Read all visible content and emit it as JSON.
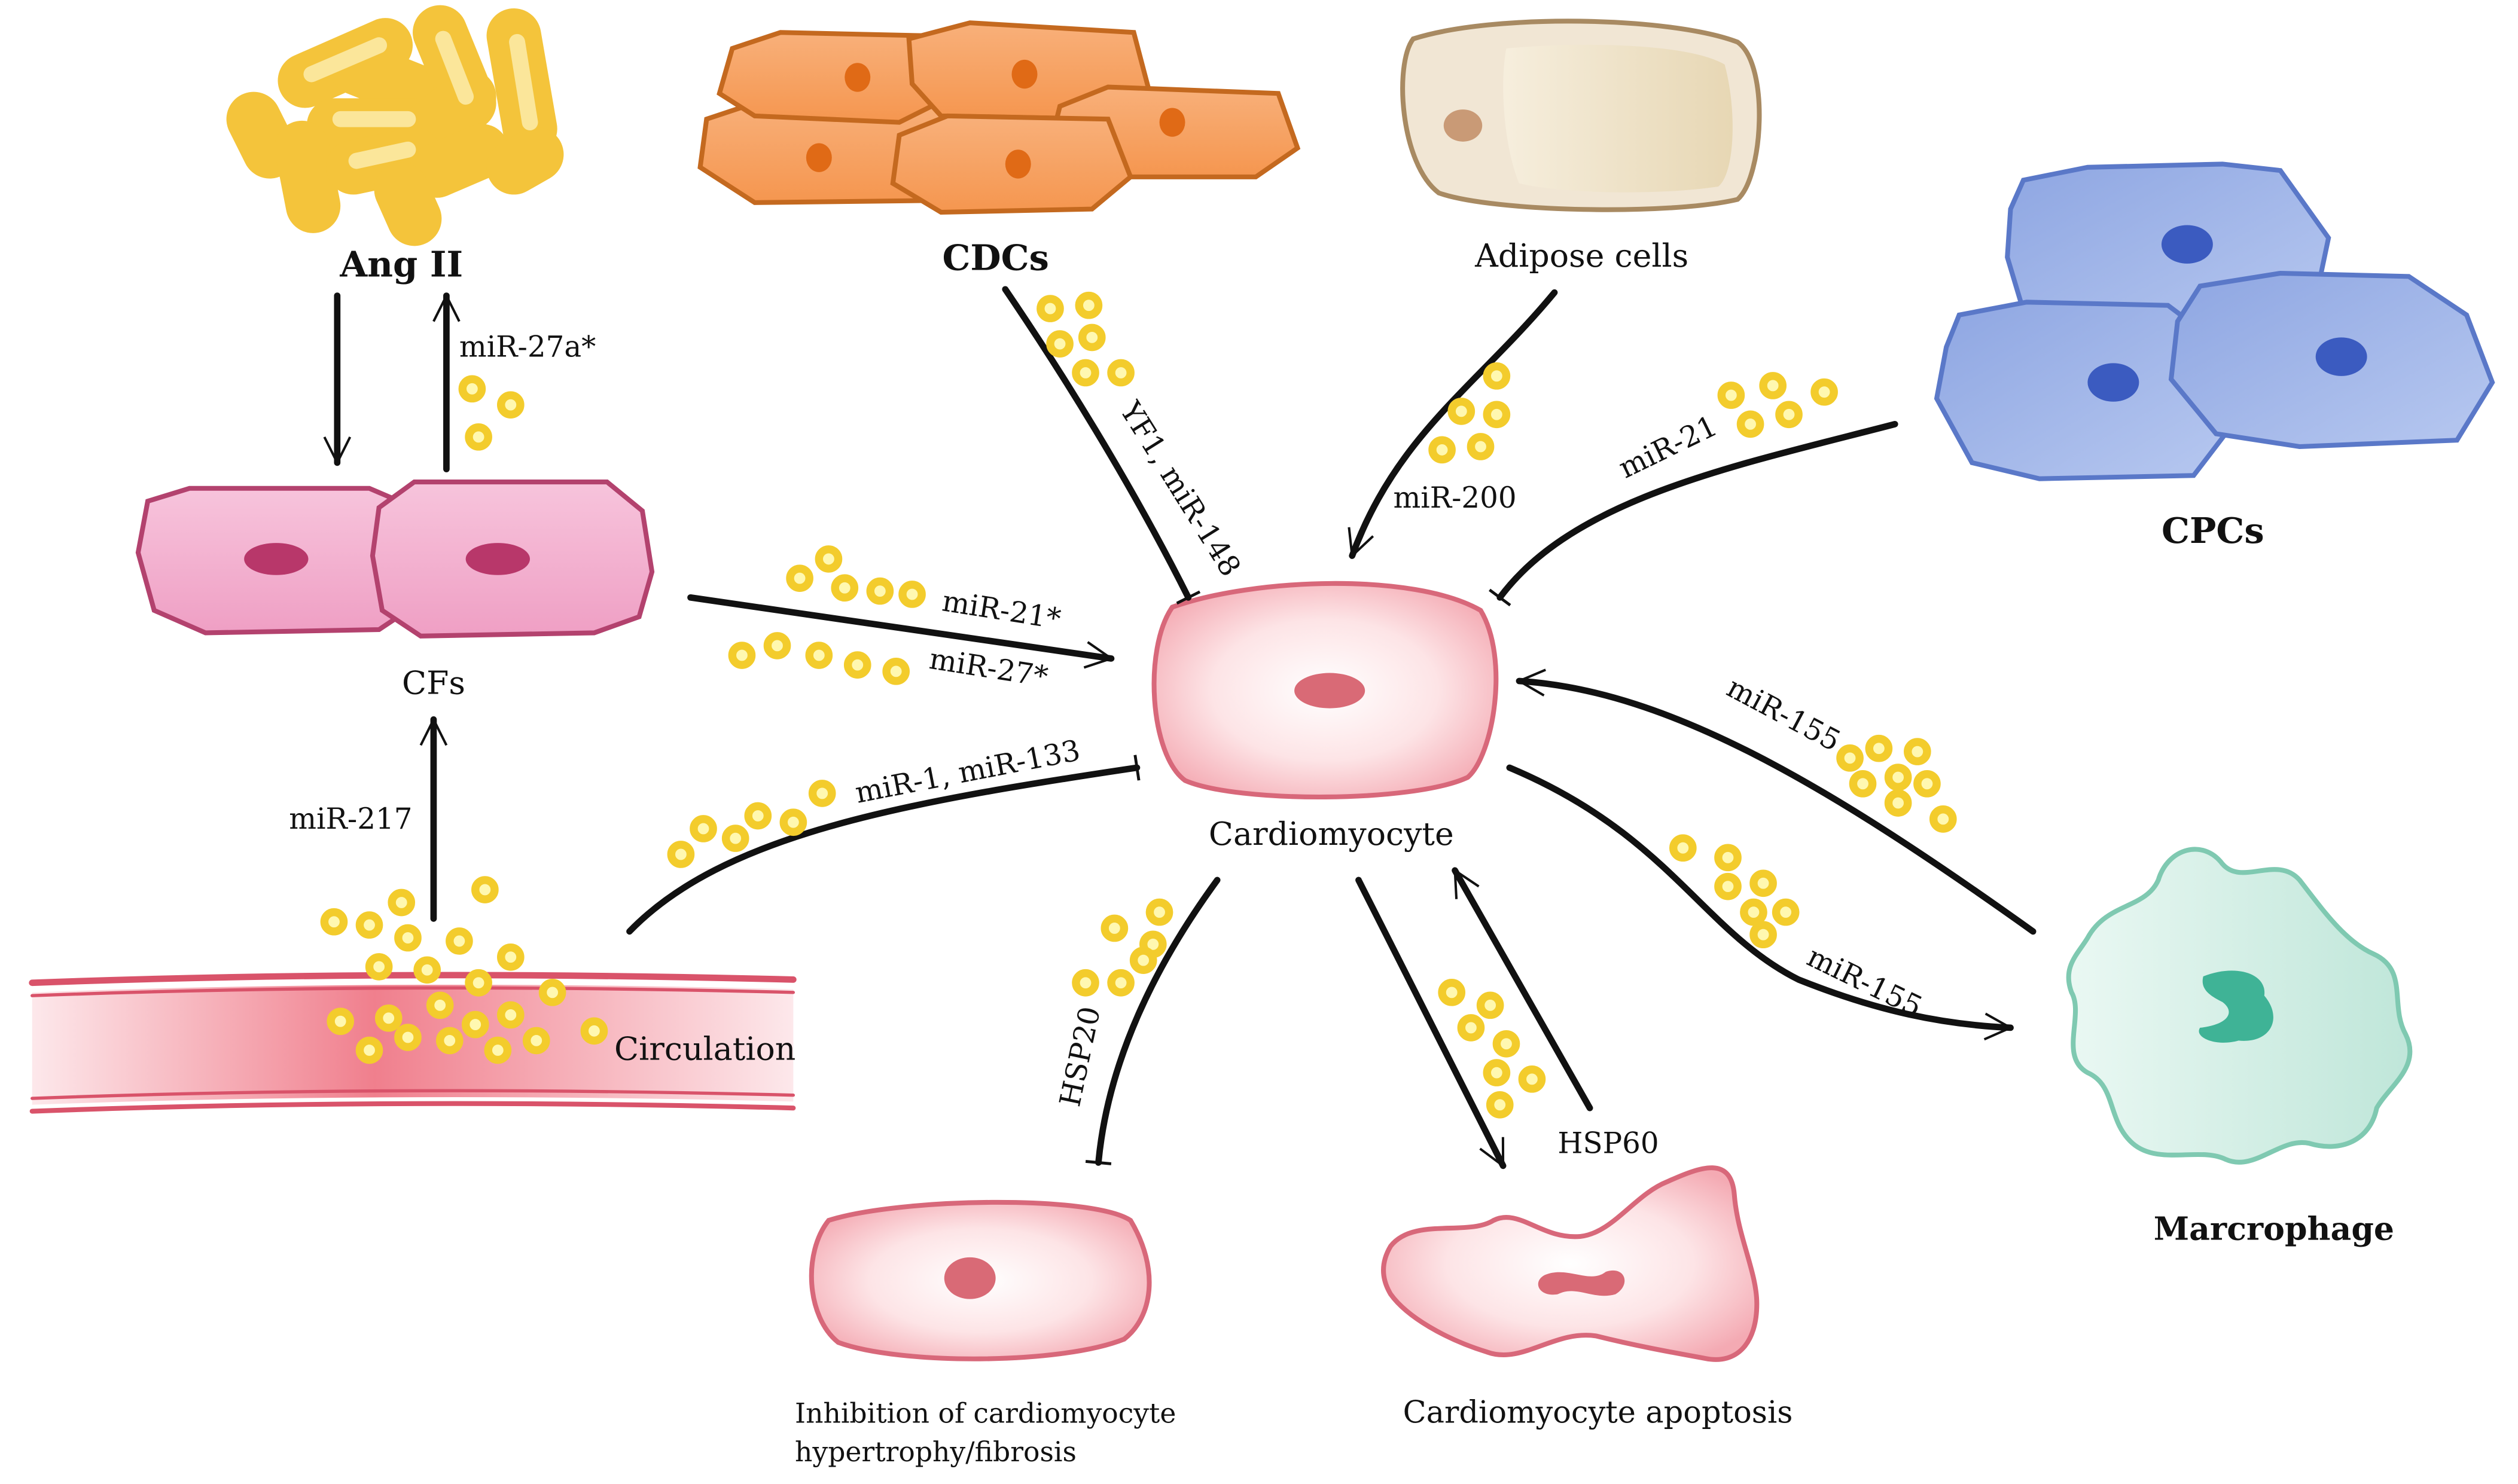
{
  "nodes": {
    "ang_ii": "Ang II",
    "cdcs": "CDCs",
    "adipose": "Adipose cells",
    "cpcs": "CPCs",
    "cfs": "CFs",
    "cardiomyocyte": "Cardiomyocyte",
    "circulation": "Circulation",
    "macrophage": "Marcrophage",
    "inhibition_line1": "Inhibition of cardiomyocyte",
    "inhibition_line2": "hypertrophy/fibrosis",
    "apoptosis": "Cardiomyocyte apoptosis"
  },
  "edges": {
    "cfs_to_ang": "miR-27a*",
    "cdcs_to_cm": "YF1, miR-148",
    "adipose_to_cm": "miR-200",
    "cpcs_to_cm": "miR-21",
    "cfs_to_cm_a": "miR-21*",
    "cfs_to_cm_b": "miR-27*",
    "circ_to_cm": "miR-1, miR-133",
    "circ_to_cfs": "miR-217",
    "mac_to_cm": "miR-155",
    "cm_to_mac": "miR-155",
    "cm_to_inhibition": "HSP20",
    "apoptosis_to_cm": "HSP60"
  },
  "colors": {
    "vesicle_fill": "#fff8b0",
    "vesicle_stroke": "#f3cc2c",
    "cdc_cell": "#f6a064",
    "cpc_cell": "#9db2e6",
    "cf_cell": "#f2aacb",
    "cardiomyocyte_cell": "#f8c6cb",
    "macrophage_cell": "#cdeee4",
    "vessel": "#f07f8d",
    "bacteria": "#f4c43b"
  }
}
